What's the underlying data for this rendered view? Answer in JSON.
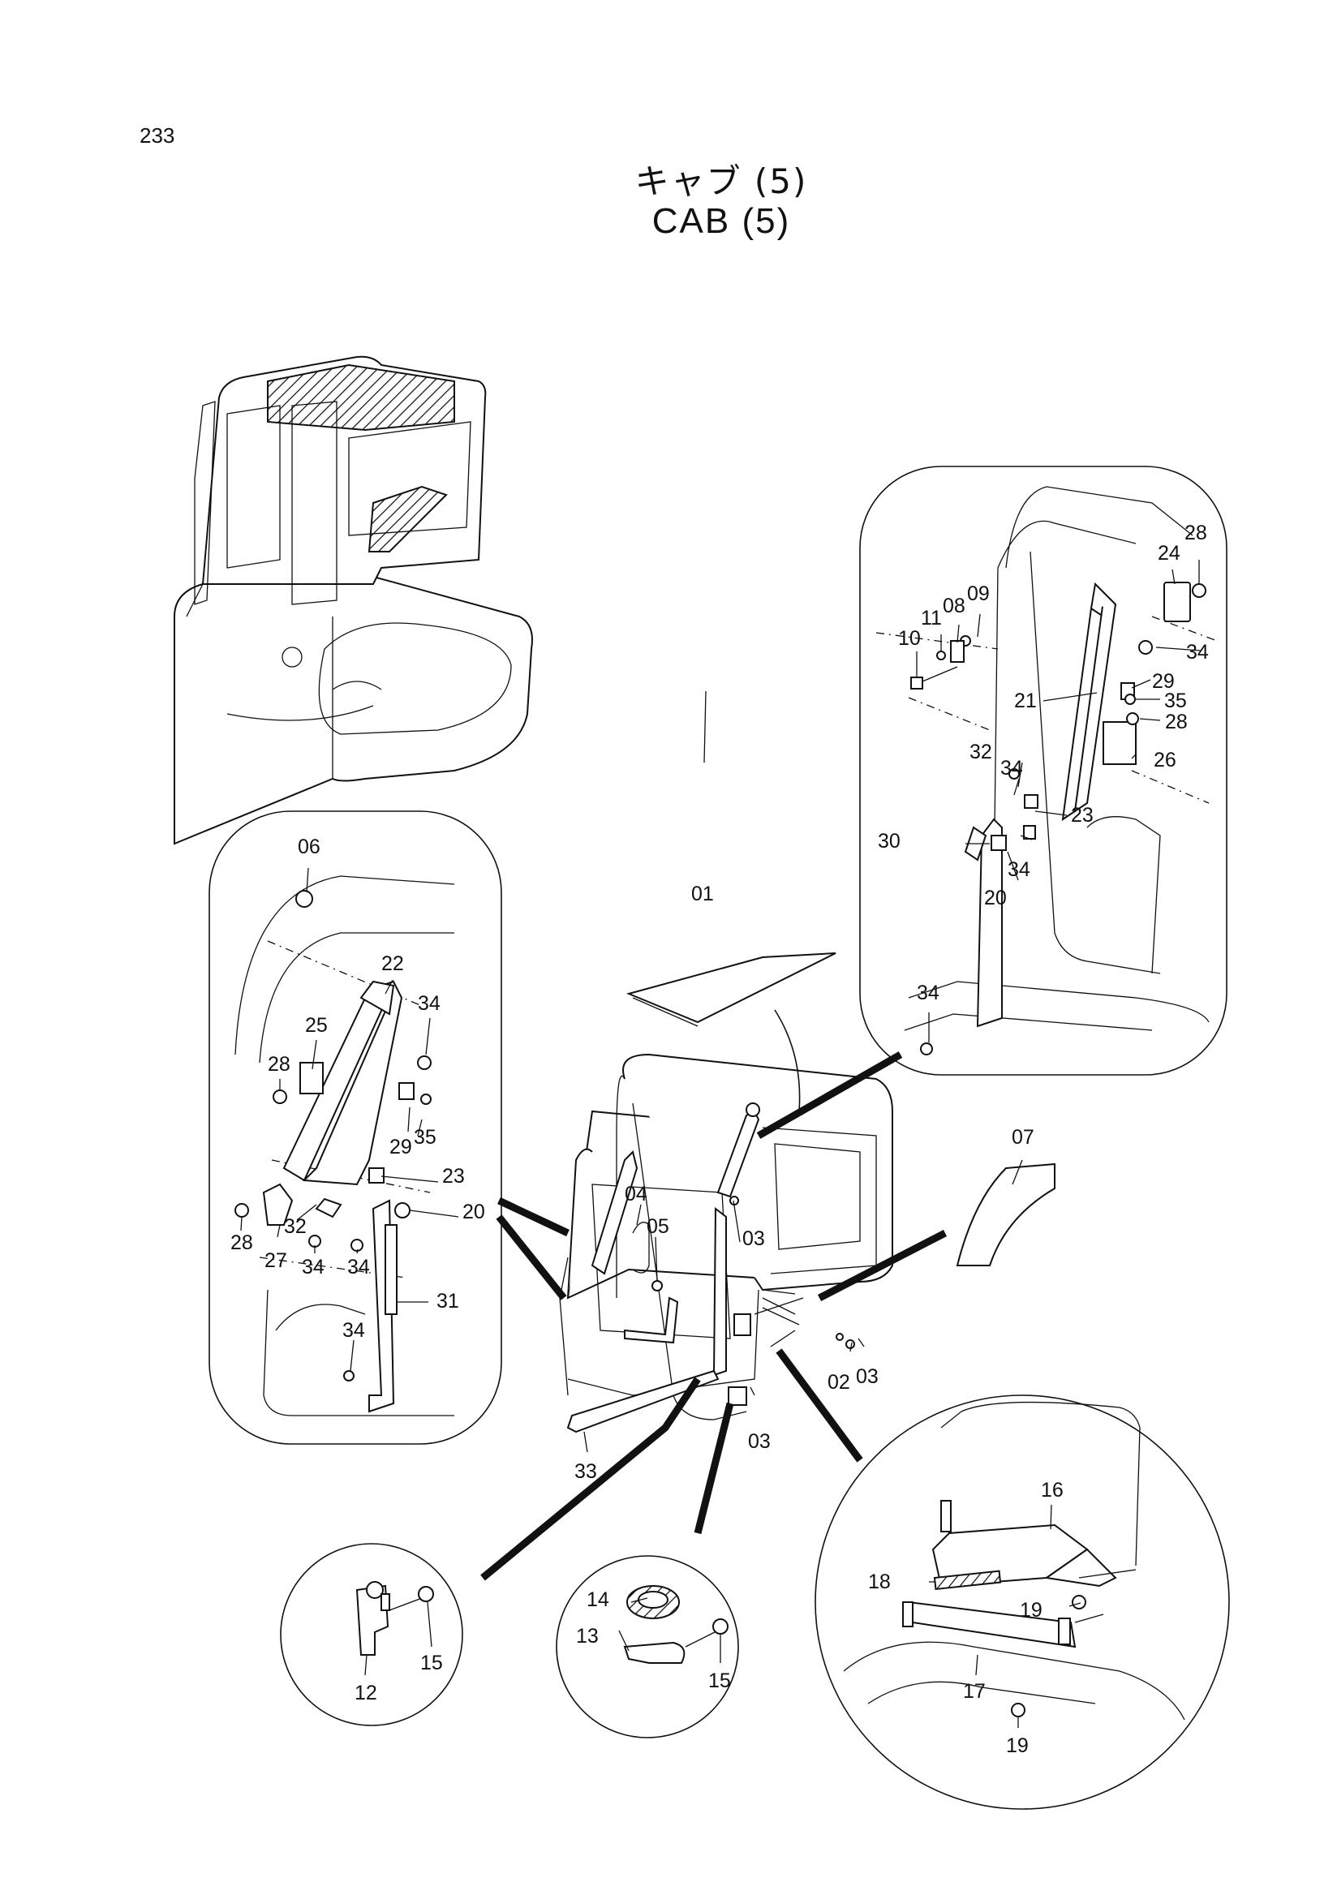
{
  "page_number": "233",
  "title_jp": "キャブ (5)",
  "title_en": "CAB (5)",
  "callouts": {
    "topright": [
      "28",
      "24",
      "09",
      "08",
      "11",
      "10",
      "34",
      "29",
      "35",
      "21",
      "28",
      "26",
      "32",
      "34",
      "30",
      "23",
      "20",
      "34",
      "34"
    ],
    "left": [
      "06",
      "22",
      "34",
      "25",
      "28",
      "29",
      "35",
      "23",
      "20",
      "28",
      "32",
      "27",
      "34",
      "34",
      "31",
      "34"
    ],
    "main": [
      "01",
      "07",
      "04",
      "05",
      "03",
      "02",
      "03",
      "03",
      "33"
    ],
    "bottom_left": [
      "15",
      "12"
    ],
    "bottom_mid": [
      "14",
      "13",
      "15"
    ],
    "bottom_right": [
      "16",
      "18",
      "19",
      "17",
      "19"
    ]
  }
}
